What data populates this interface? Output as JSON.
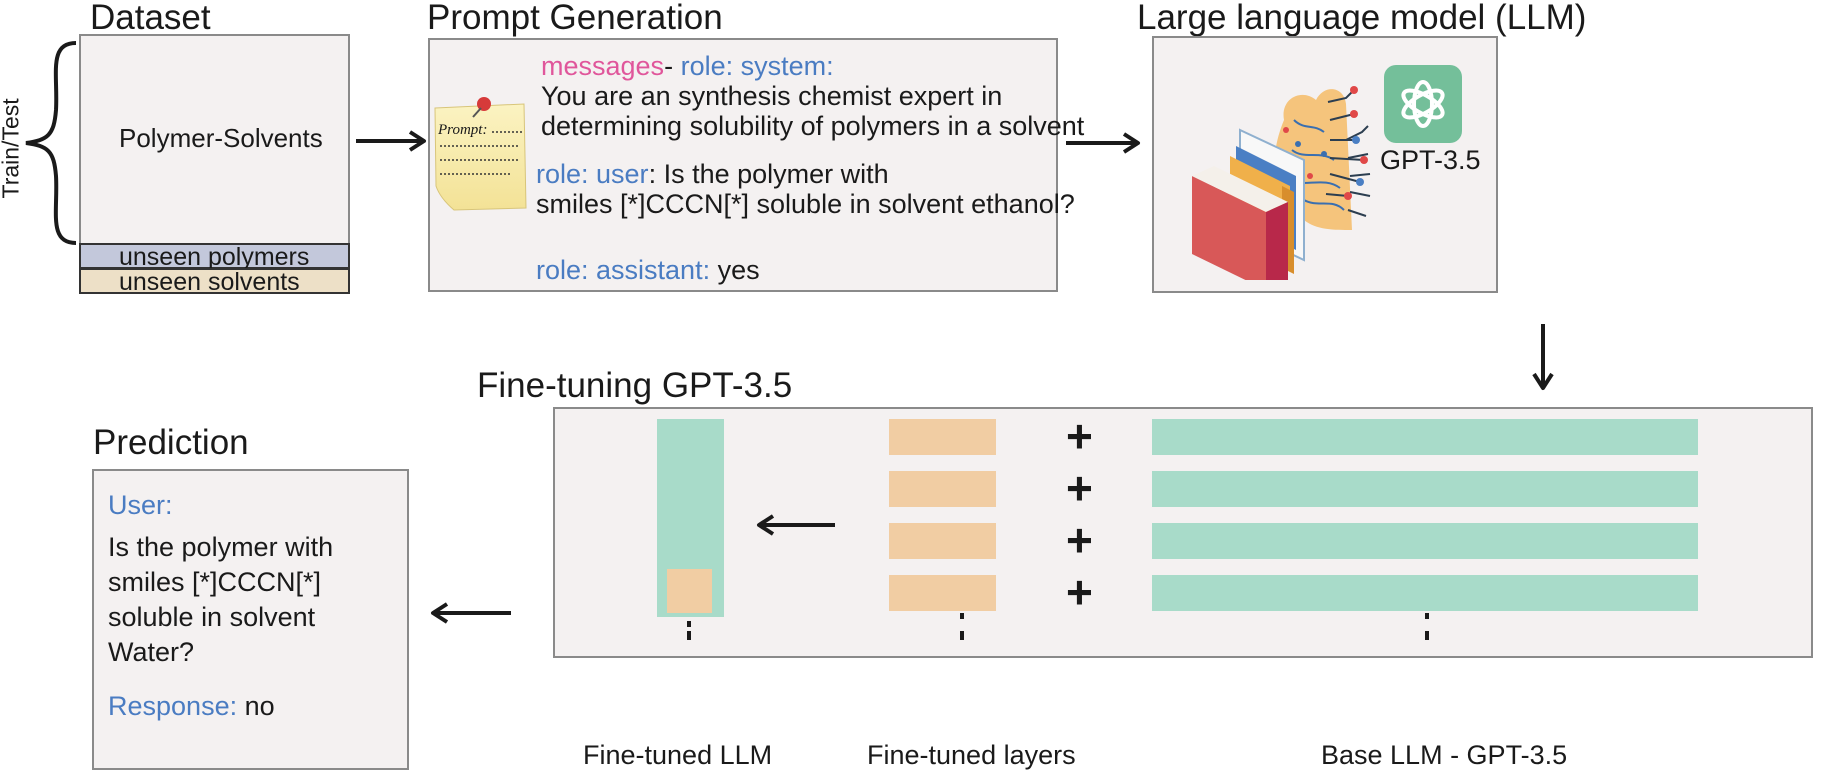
{
  "dataset": {
    "title": "Dataset",
    "bracket_label": "Train/Test",
    "main_label": "Polymer-Solvents",
    "split_unseen_polymers": "unseen polymers",
    "split_unseen_solvents": "unseen solvents"
  },
  "prompt": {
    "title": "Prompt Generation",
    "note_label": "Prompt:",
    "messages_word": "messages",
    "dash": "-",
    "role_system": "role: system:",
    "system_line1": "You are an synthesis chemist expert  in",
    "system_line2": "determining solubility of polymers in a solvent",
    "role_user": "role: user",
    "user_line1": ": Is the polymer with",
    "user_line2": "smiles [*]CCCN[*] soluble in solvent ethanol?",
    "role_assistant": "role: assistant:",
    "assistant_answer": " yes"
  },
  "llm": {
    "title": "Large language model (LLM)",
    "model_label": "GPT-3.5"
  },
  "finetune": {
    "title": "Fine-tuning GPT-3.5",
    "plus_sign": "+",
    "caption_finetuned_llm": "Fine-tuned LLM",
    "caption_finetuned_layers": "Fine-tuned layers",
    "caption_base_llm": "Base LLM - GPT-3.5"
  },
  "prediction": {
    "title": "Prediction",
    "user_label": "User:",
    "question_lines": [
      "Is the polymer with",
      "smiles [*]CCCN[*]",
      "soluble in solvent",
      "Water?"
    ],
    "response_label": "Response:",
    "response_value": " no"
  },
  "colors": {
    "panel_bg": "#f4f1f1",
    "role_blue": "#4a7cc2",
    "messages_pink": "#e0569b",
    "base_layer_teal": "#a8dbc9",
    "finetune_layer_peach": "#f1cda3",
    "unseen_polymers": "#c3c8db",
    "unseen_solvents": "#ede0c7",
    "openai_green": "#74bf9a"
  },
  "icons": [
    "left-curly-bracket",
    "sticky-note-icon",
    "pushpin-icon",
    "books-brain-icon",
    "openai-logo-icon",
    "right-arrow",
    "down-arrow",
    "left-arrow"
  ]
}
